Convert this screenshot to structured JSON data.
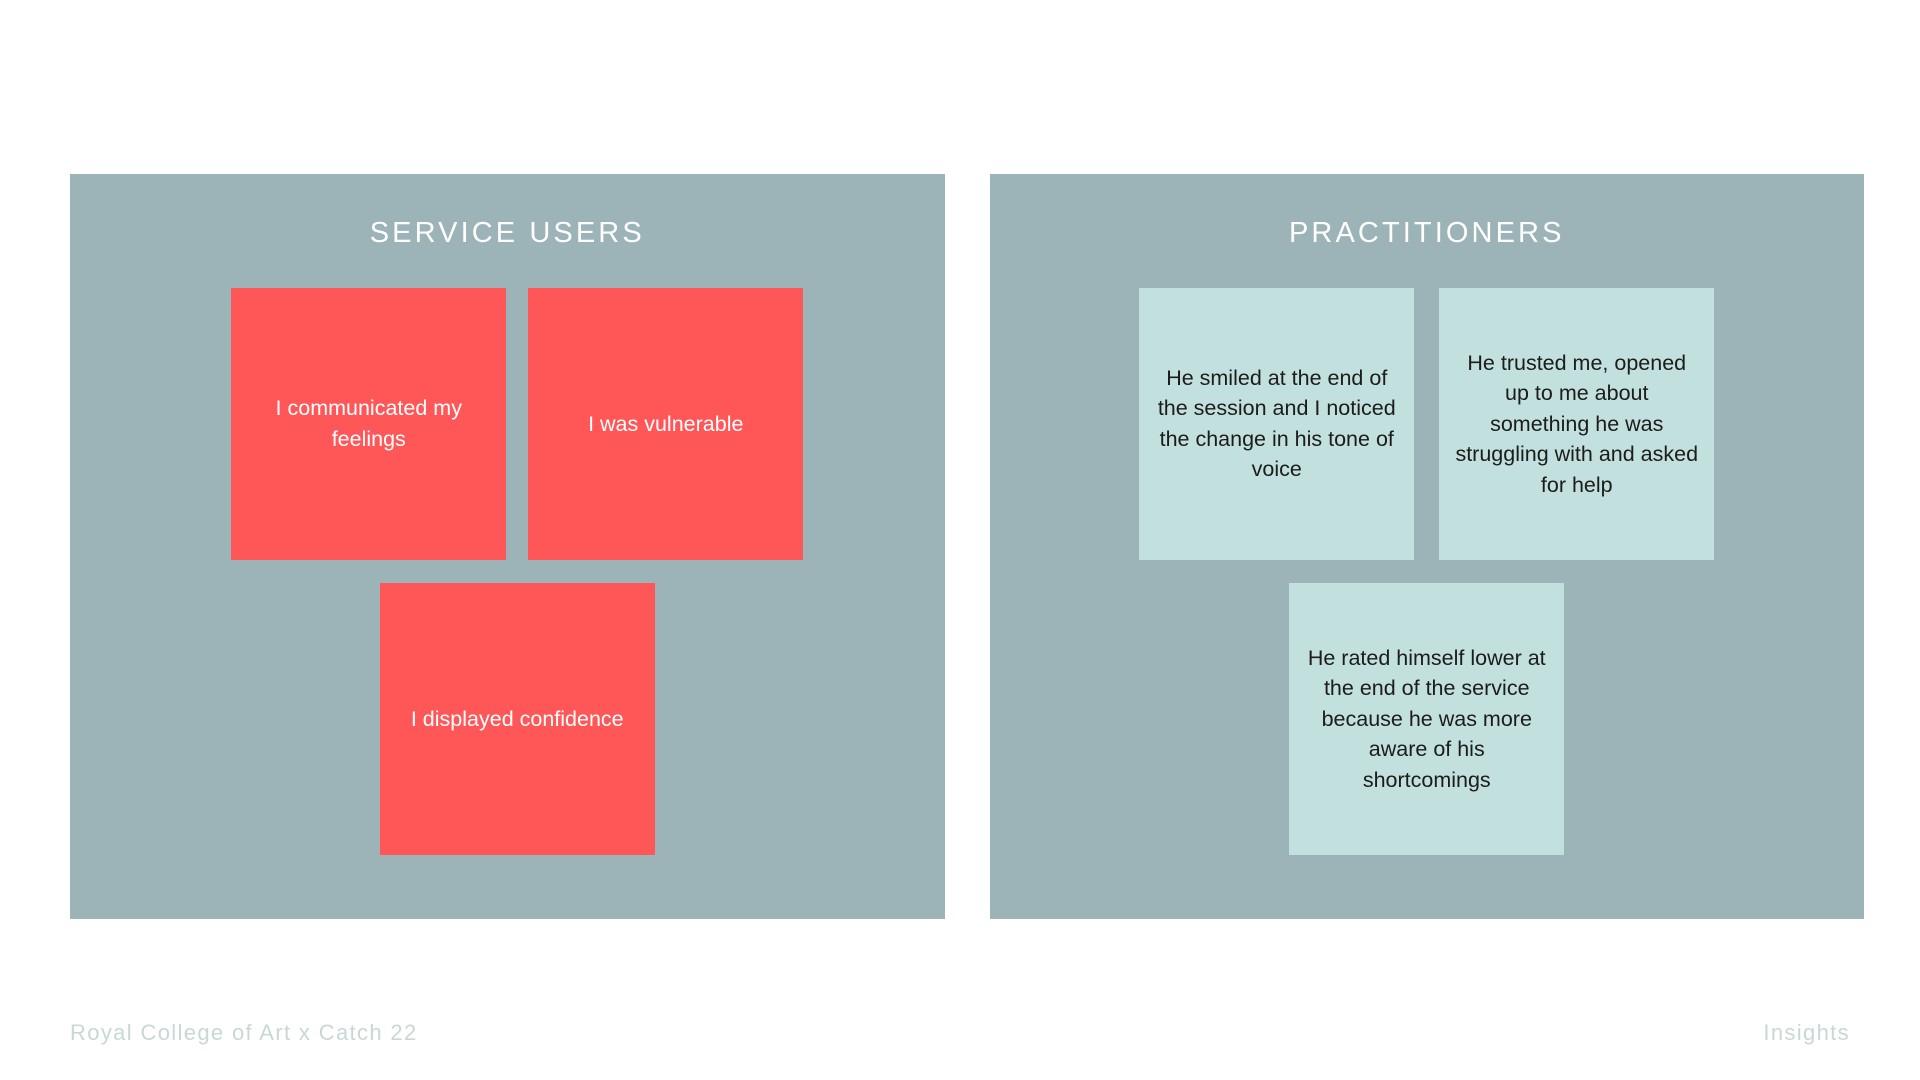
{
  "board": {
    "columns": [
      {
        "id": "service-users",
        "title": "SERVICE USERS",
        "accent_color": "#FF5757",
        "panel_color": "#9CB3B8",
        "note_text_color": "#FFFFFF",
        "notes": [
          {
            "text": "I communicated my feelings"
          },
          {
            "text": "I was vulnerable"
          },
          {
            "text": "I displayed confidence"
          }
        ]
      },
      {
        "id": "practitioners",
        "title": "PRACTITIONERS",
        "accent_color": "#C2E0DD",
        "panel_color": "#9CB3B8",
        "note_text_color": "#1C1C1C",
        "notes": [
          {
            "text": "He smiled at the end of the session and I noticed the change in his tone of voice"
          },
          {
            "text": "He trusted me, opened up to me about something he was struggling with and asked for help"
          },
          {
            "text": "He rated himself lower at the end of the service because he was more aware of his shortcomings"
          }
        ]
      }
    ]
  },
  "footer": {
    "left": "Royal College of Art x Catch 22",
    "right": "Insights",
    "color": "#C8D8D6"
  }
}
